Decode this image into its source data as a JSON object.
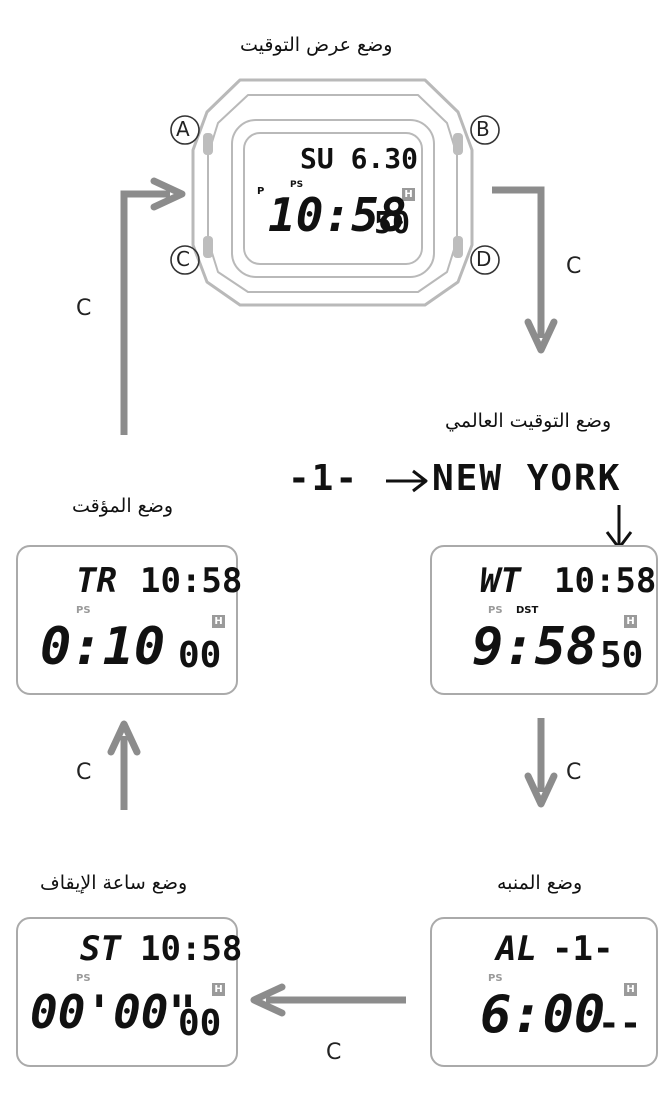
{
  "modes": {
    "timekeeping": "وضع عرض التوقيت",
    "world_time": "وضع التوقيت العالمي",
    "alarm": "وضع المنبه",
    "stopwatch": "وضع ساعة الإيقاف",
    "timer": "وضع المؤقت"
  },
  "button_letter": "C",
  "buttons": {
    "a": "A",
    "b": "B",
    "c": "C",
    "d": "D"
  },
  "watch_display": {
    "top": "SU  6.30",
    "pm": "P",
    "ps": "PS",
    "time": "10:58",
    "seconds": "50",
    "h": "H"
  },
  "world_time_seq": {
    "city_code": "-1-",
    "city_name": "NEW YORK"
  },
  "world_time_display": {
    "top_label": "WT",
    "top_time": "10:58",
    "ps": "PS",
    "dst": "DST",
    "time": "9:58",
    "seconds": "50",
    "h": "H"
  },
  "timer_display": {
    "top_label": "TR",
    "top_time": "10:58",
    "ps": "PS",
    "time": "0:10",
    "seconds": "00",
    "h": "H"
  },
  "stopwatch_display": {
    "top_label": "ST",
    "top_time": "10:58",
    "ps": "PS",
    "time": "00'00\"",
    "seconds": "00",
    "h": "H"
  },
  "alarm_display": {
    "top_label": "AL",
    "top_num": "-1-",
    "ps": "PS",
    "time": "6:00",
    "seconds": "--",
    "h": "H"
  },
  "colors": {
    "arrow": "#8c8c8c",
    "outline": "#b4b4b4",
    "lcd_text": "#111111",
    "tag_gray": "#9a9a9a"
  }
}
